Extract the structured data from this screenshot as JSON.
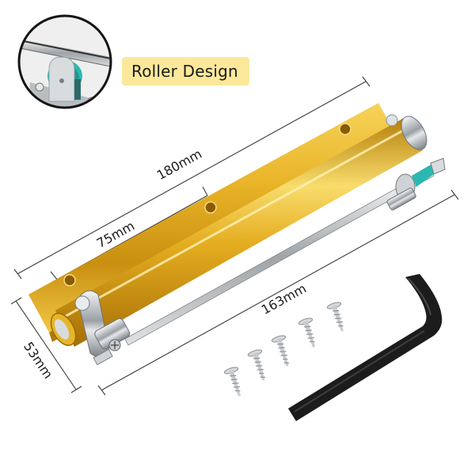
{
  "callout": {
    "label": "Roller Design",
    "background": "#fbe89a"
  },
  "dimensions": {
    "overall_length": "180mm",
    "hole_spacing": "75mm",
    "arm_length": "163mm",
    "height": "53mm"
  },
  "product": {
    "body_color": "#e8b426",
    "chrome_color": "#cfd3d6",
    "roller_color": "#2bb8b0",
    "hex_key_color": "#1c1c1c",
    "screw_count": 5
  }
}
